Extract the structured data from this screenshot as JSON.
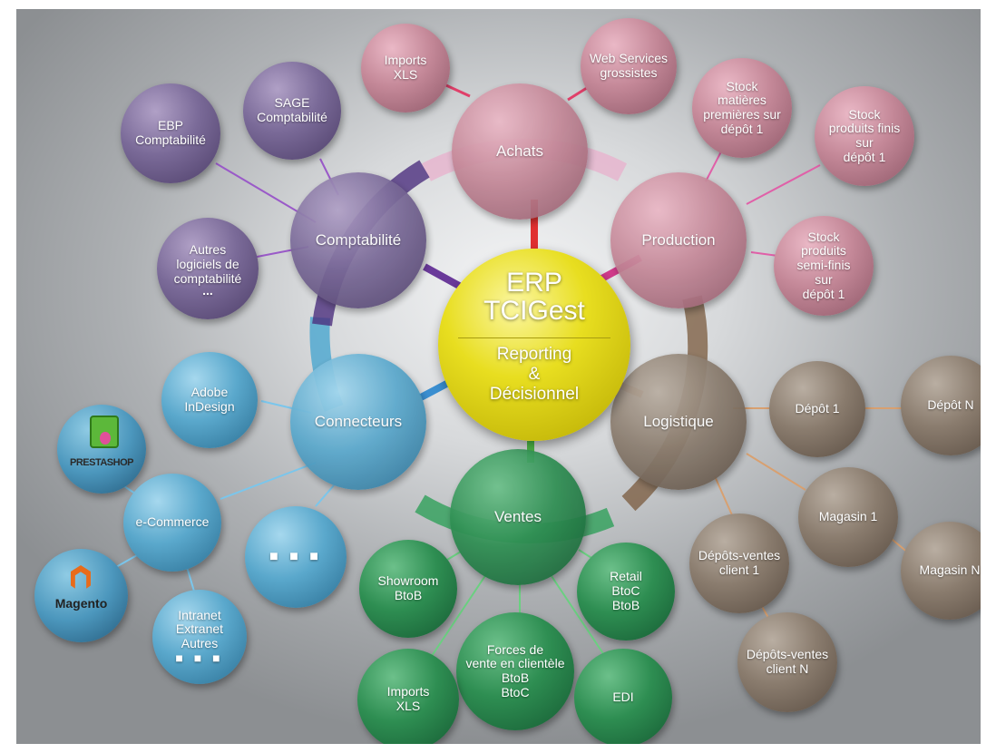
{
  "center": {
    "title": "ERP\nTCIGest",
    "subtitle": "Reporting\n&\nDécisionnel"
  },
  "hubs": {
    "achats": "Achats",
    "production": "Production",
    "logistique": "Logistique",
    "ventes": "Ventes",
    "connecteurs": "Connecteurs",
    "comptabilite": "Comptabilité"
  },
  "achats_items": {
    "imports_xls": "Imports\nXLS",
    "web_services": "Web Services\ngrossistes"
  },
  "production_items": {
    "stock_mp": "Stock\nmatières\npremières sur\ndépôt 1",
    "stock_pf": "Stock\nproduits finis\nsur\ndépôt 1",
    "stock_psf": "Stock\nproduits\nsemi-finis\nsur\ndépôt 1"
  },
  "logistique_items": {
    "depot1": "Dépôt 1",
    "depotN": "Dépôt N",
    "magasin1": "Magasin 1",
    "magasinN": "Magasin N",
    "dv1": "Dépôts-ventes\nclient 1",
    "dvN": "Dépôts-ventes\nclient N"
  },
  "ventes_items": {
    "showroom": "Showroom\nBtoB",
    "retail": "Retail\nBtoC\nBtoB",
    "forces": "Forces de\nvente en clientèle\nBtoB\nBtoC",
    "imports_xls": "Imports\nXLS",
    "edi": "EDI"
  },
  "connecteurs_items": {
    "adobe": "Adobe\nInDesign",
    "ecommerce": "e-Commerce",
    "more": "■ ■ ■",
    "intranet": "Intranet\nExtranet\nAutres",
    "intranet_dots": "■ ■ ■",
    "prestashop": "PRESTASHOP",
    "magento": "Magento"
  },
  "comptabilite_items": {
    "ebp": "EBP\nComptabilité",
    "sage": "SAGE\nComptabilité",
    "autres": "Autres\nlogiciels de\ncomptabilité",
    "autres_dots": "..."
  },
  "colors": {
    "achats": "#c48898",
    "production": "#c06a8c",
    "logistique": "#8a7c6e",
    "ventes": "#2e8e52",
    "connecteurs": "#5aa8cc",
    "comptabilite": "#7a6a98",
    "center": "#e8de20"
  }
}
